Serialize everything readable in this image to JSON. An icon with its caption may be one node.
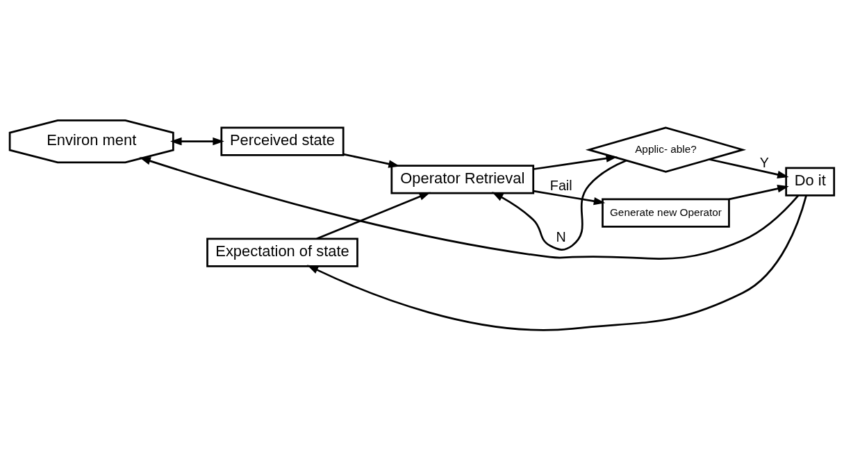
{
  "diagram": {
    "nodes": [
      {
        "text": [
          "Environ ment"
        ]
      },
      {
        "text": [
          "Expectation of state"
        ]
      },
      {
        "text": [
          "Perceived state"
        ]
      },
      {
        "text": [
          "Operator Retrieval"
        ]
      },
      {
        "text": [
          "Applic- able?"
        ]
      },
      {
        "text": [
          "Do it"
        ]
      },
      {
        "text": [
          "Generate new Operator"
        ]
      }
    ],
    "edges": [
      {
        "from": 5,
        "to": 0,
        "arrow": "to"
      },
      {
        "from": 5,
        "to": 1,
        "arrow": "to"
      },
      {
        "from": 0,
        "to": 2,
        "arrow": "both"
      },
      {
        "from": 1,
        "to": 3,
        "arrow": "to"
      },
      {
        "from": 2,
        "to": 3,
        "arrow": "to"
      },
      {
        "from": 3,
        "to": 4,
        "arrow": "to"
      },
      {
        "from": 4,
        "to": 5,
        "arrow": "to",
        "label": "Y"
      },
      {
        "from": 4,
        "to": 3,
        "arrow": "to",
        "label": "N"
      },
      {
        "from": 3,
        "to": 6,
        "arrow": "to",
        "label": "Fail"
      },
      {
        "from": 6,
        "to": 5,
        "arrow": "to"
      }
    ]
  }
}
